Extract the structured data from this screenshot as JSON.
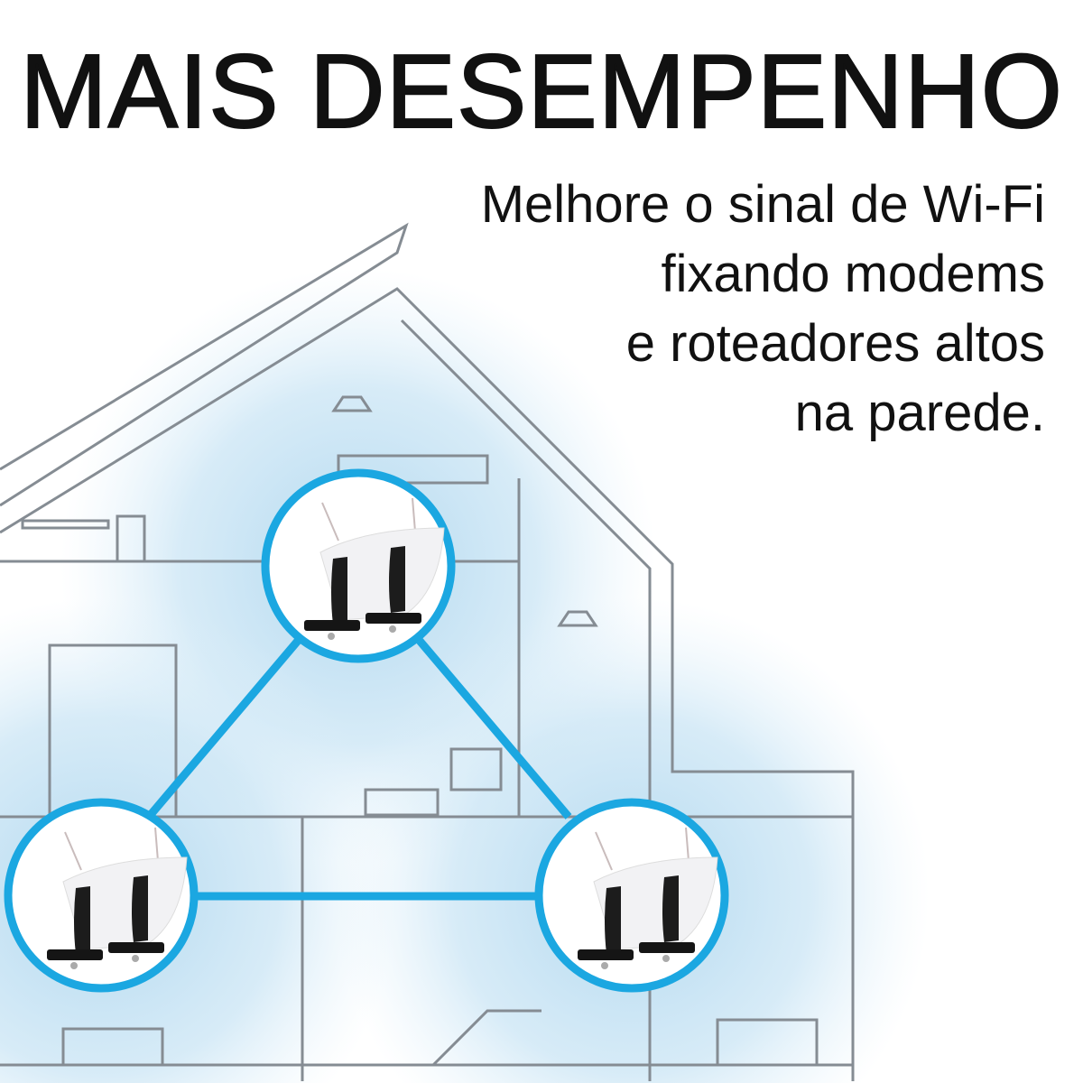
{
  "headline": "MAIS DESEMPENHO",
  "subtitle": {
    "lines": [
      "Melhore o sinal de Wi-Fi",
      "fixando modems",
      "e roteadores altos",
      "na parede."
    ]
  },
  "colors": {
    "accent": "#1ba7e1",
    "glow": "#bfe0f2",
    "outline": "#8a9299",
    "text": "#111111"
  },
  "icons": [
    "router-mount-icon"
  ]
}
